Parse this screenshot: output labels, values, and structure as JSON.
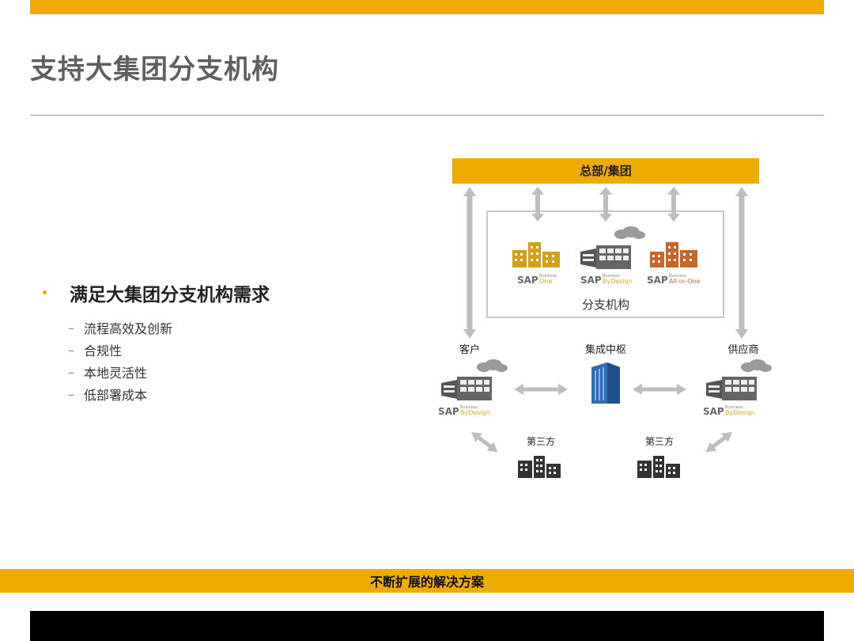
{
  "slide": {
    "title": "支持大集团分支机构",
    "bullet": "满足大集团分支机构需求",
    "sub_items": [
      "流程高效及创新",
      "合规性",
      "本地灵活性",
      "低部署成本"
    ],
    "footer": "不断扩展的解决方案"
  },
  "diagram": {
    "hq_label": "总部/集团",
    "branch_label": "分支机构",
    "customer_label": "客户",
    "hub_label": "集成中枢",
    "supplier_label": "供应商",
    "third_party_left": "第三方",
    "third_party_right": "第三方",
    "products": [
      {
        "brand": "SAP",
        "line1": "Business",
        "line2": "One",
        "color": "#d4a017"
      },
      {
        "brand": "SAP",
        "line1": "Business",
        "line2": "ByDesign",
        "color": "#e8a81c"
      },
      {
        "brand": "SAP",
        "line1": "Business",
        "line2": "All-in-One",
        "color": "#c8652a"
      }
    ],
    "edge_product": {
      "brand": "SAP",
      "line1": "Business",
      "line2": "ByDesign"
    }
  },
  "colors": {
    "accent": "#f0ab00",
    "arrow": "#bdbdbd",
    "hub": "#2e6db4"
  }
}
